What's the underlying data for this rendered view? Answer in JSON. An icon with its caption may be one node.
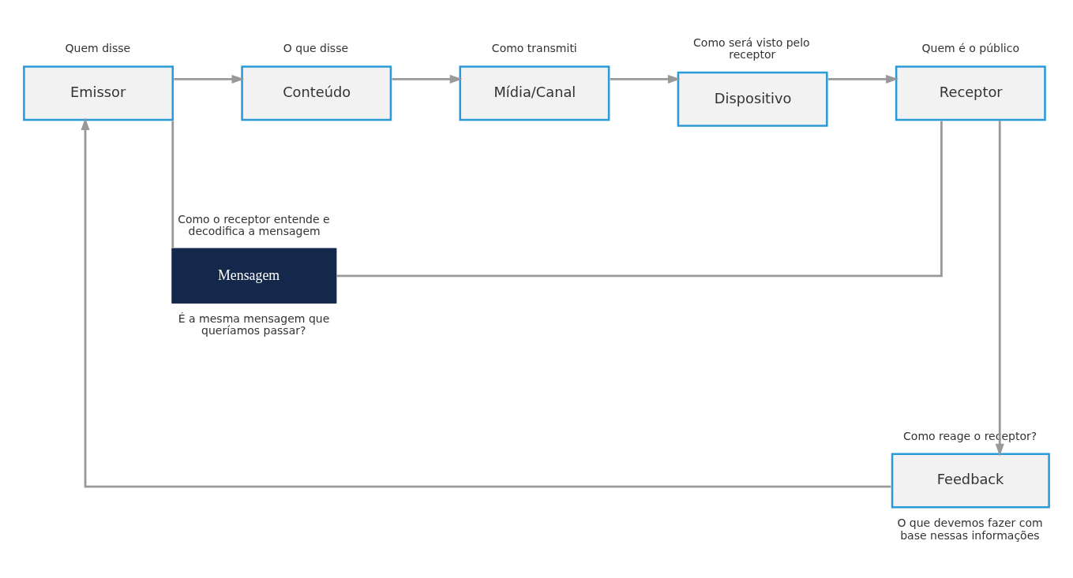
{
  "diagram": {
    "nodes": [
      {
        "text": [
          "Emissor"
        ],
        "beside": [
          "Quem disse"
        ]
      },
      {
        "text": [
          "Conteúdo"
        ],
        "beside": [
          "O que disse"
        ]
      },
      {
        "text": [
          "Mídia/Canal"
        ],
        "beside": [
          "Como transmiti"
        ]
      },
      {
        "text": [
          "Dispositivo"
        ],
        "beside": [
          "Como será visto pelo receptor"
        ]
      },
      {
        "text": [
          "Receptor"
        ],
        "beside": [
          "Quem é o público"
        ]
      },
      {
        "text": [
          "Mensagem"
        ],
        "beside": [
          "Como o receptor entende e decodifica a mensagem",
          "É a mesma mensagem que queríamos passar?"
        ]
      },
      {
        "text": [
          "Feedback"
        ],
        "beside": [
          "Como reage o receptor?",
          "O que devemos fazer com base nessas informações"
        ]
      }
    ],
    "edges": [
      {
        "from": 0,
        "to": 1,
        "arrow": "to"
      },
      {
        "from": 1,
        "to": 2,
        "arrow": "to"
      },
      {
        "from": 2,
        "to": 3,
        "arrow": "to"
      },
      {
        "from": 3,
        "to": 4,
        "arrow": "to"
      },
      {
        "from": 0,
        "to": 5,
        "arrow": "none"
      },
      {
        "from": 4,
        "to": 5,
        "arrow": "none"
      },
      {
        "from": 4,
        "to": 6,
        "arrow": "to"
      },
      {
        "from": 6,
        "to": 0,
        "arrow": "to"
      }
    ]
  }
}
